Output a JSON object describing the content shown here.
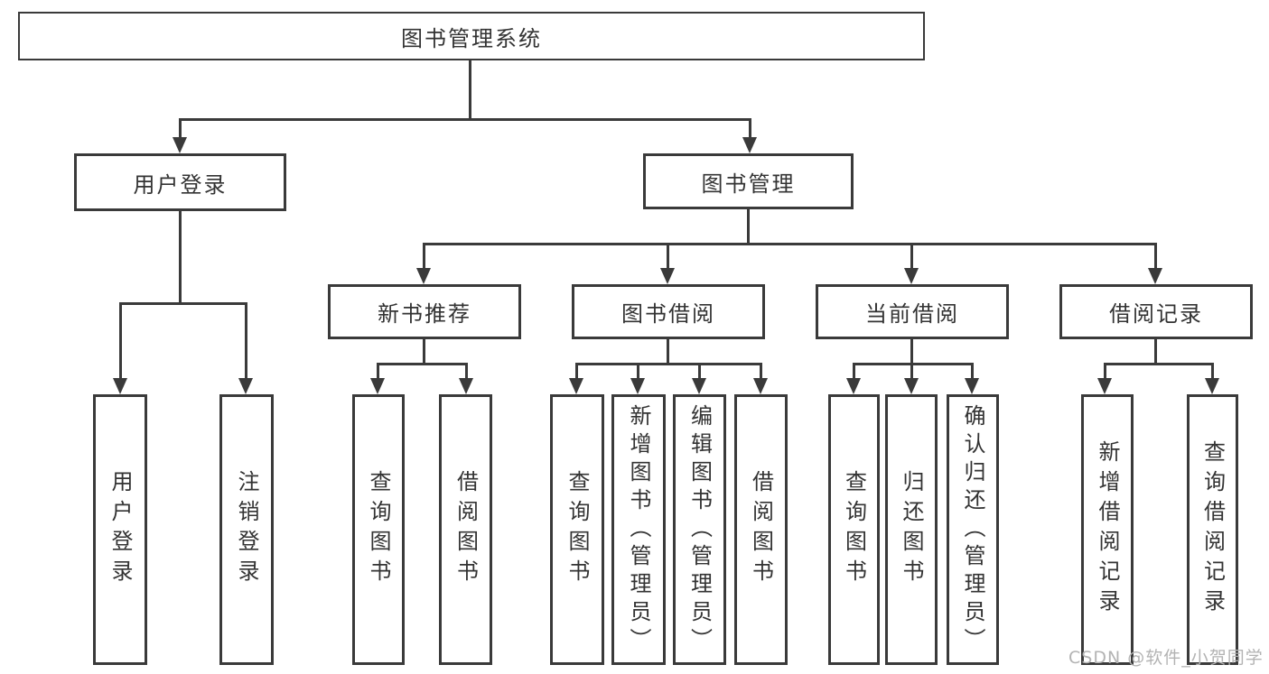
{
  "tree": {
    "root": "图书管理系统",
    "children": [
      {
        "label": "用户登录",
        "children": [
          "用户登录",
          "注销登录"
        ]
      },
      {
        "label": "图书管理",
        "children": [
          {
            "label": "新书推荐",
            "children": [
              "查询图书",
              "借阅图书"
            ]
          },
          {
            "label": "图书借阅",
            "children": [
              "查询图书",
              "新增图书（管理员）",
              "编辑图书（管理员）",
              "借阅图书"
            ]
          },
          {
            "label": "当前借阅",
            "children": [
              "查询图书",
              "归还图书",
              "确认归还（管理员）"
            ]
          },
          {
            "label": "借阅记录",
            "children": [
              "新增借阅记录",
              "查询借阅记录"
            ]
          }
        ]
      }
    ]
  },
  "watermark": {
    "text": "CSDN @软件_小贺同学"
  },
  "colors": {
    "line": "#3a3a3a",
    "text": "#333333",
    "background": "#ffffff",
    "watermark": "#b3b3b3"
  }
}
